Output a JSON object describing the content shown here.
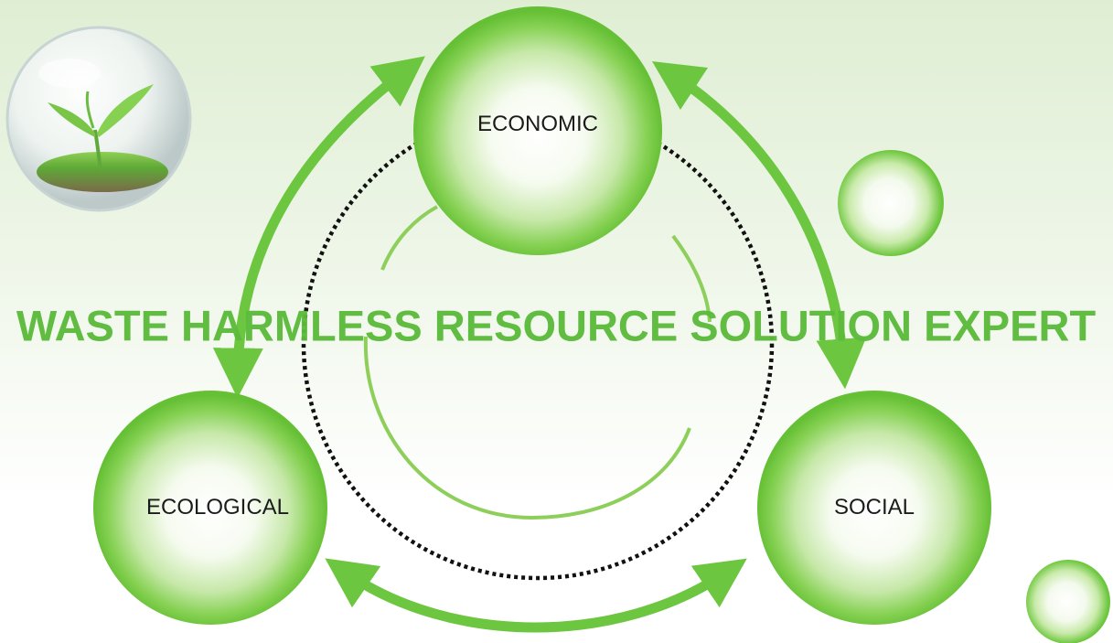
{
  "diagram": {
    "nodes": {
      "economic": "ECONOMIC",
      "ecological": "ECOLOGICAL",
      "social": "SOCIAL"
    },
    "headline": "WASTE HARMLESS RESOURCE SOLUTION EXPERT",
    "icon": "plant-sprout-in-glass-sphere"
  },
  "colors": {
    "accent_green": "#5cbb3b",
    "arrow_green": "#6cc63f",
    "node_green": "#7ed04f",
    "dotted_ring": "#111111",
    "label_text": "#1b1b1b"
  }
}
